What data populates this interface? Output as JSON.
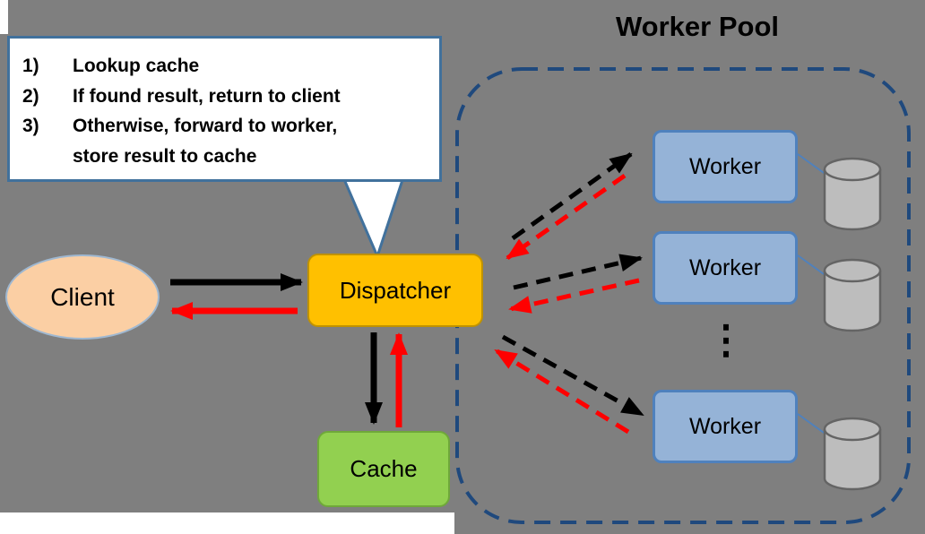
{
  "canvas": {
    "background_color": "#7f7f7f",
    "page_color": "#ffffff"
  },
  "title": {
    "text": "Worker Pool"
  },
  "callout": {
    "border_color": "#41719c",
    "steps": [
      {
        "num": "1)",
        "text": "Lookup cache"
      },
      {
        "num": "2)",
        "text": "If found result, return to client"
      },
      {
        "num": "3)",
        "text": "Otherwise, forward to worker,\nstore result to cache"
      }
    ]
  },
  "nodes": {
    "client": {
      "label": "Client",
      "fill": "#fbcfa4",
      "border": "#9fb8d1"
    },
    "dispatcher": {
      "label": "Dispatcher",
      "fill": "#ffc000",
      "border": "#c09200"
    },
    "cache": {
      "label": "Cache",
      "fill": "#92d050",
      "border": "#6fa83a"
    },
    "workers": [
      {
        "label": "Worker"
      },
      {
        "label": "Worker"
      },
      {
        "label": "Worker"
      }
    ],
    "worker_fill": "#95b3d7",
    "worker_border": "#4f81bd",
    "ellipsis": "⋮"
  },
  "worker_pool": {
    "border_color": "#1f497d",
    "style": "dashed-rounded",
    "databases": 3
  },
  "arrows": {
    "request_color": "#000000",
    "response_color": "#ff0000",
    "solid": [
      "client -> dispatcher (black)",
      "dispatcher -> client (red)",
      "dispatcher -> cache (black)",
      "cache -> dispatcher (red)"
    ],
    "dashed": [
      "dispatcher -> worker-1 (black)",
      "worker-1 -> dispatcher (red)",
      "dispatcher -> worker-2 (black)",
      "worker-2 -> dispatcher (red)",
      "dispatcher -> worker-3 (black)",
      "worker-3 -> dispatcher (red)"
    ]
  },
  "cylinders": {
    "fill": "#bdbdbd",
    "border": "#646464"
  }
}
